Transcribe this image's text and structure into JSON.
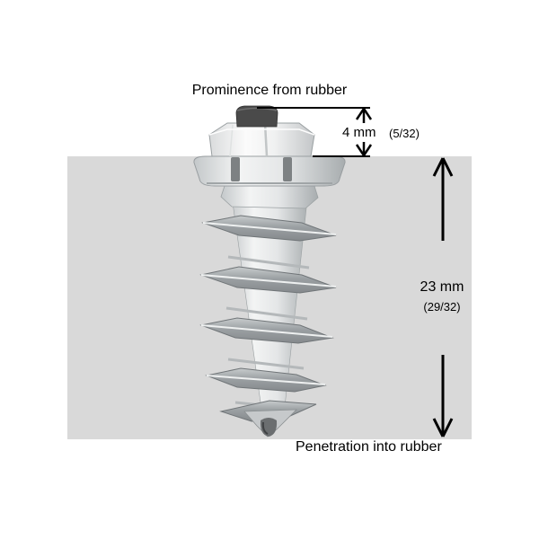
{
  "diagram": {
    "prominence_label": "Prominence from rubber",
    "penetration_label": "Penetration into rubber",
    "prominence_dimension": {
      "metric": "4 mm",
      "imperial": "(5/32)"
    },
    "penetration_dimension": {
      "metric": "23 mm",
      "imperial": "(29/32)"
    },
    "colors": {
      "rubber_block": "#d9d9d9",
      "dimension_lines": "#000000",
      "background": "#ffffff",
      "stud_metal_light": "#f2f3f3",
      "stud_metal_dark": "#8f9496",
      "carbide_pin": "#4a4a4a"
    }
  }
}
